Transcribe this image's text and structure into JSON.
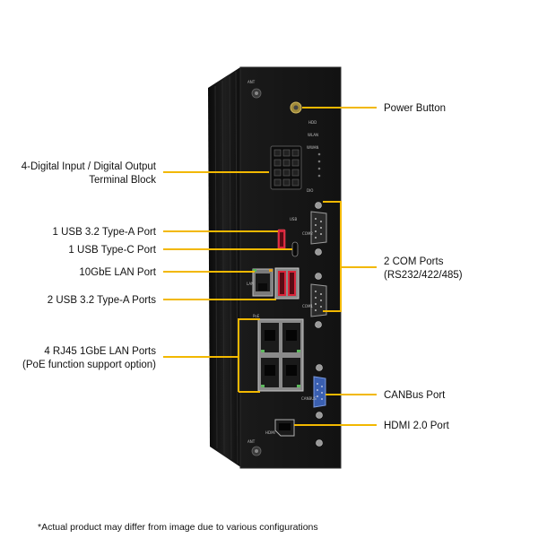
{
  "labels": {
    "power_button": "Power Button",
    "digital_io_line1": "4-Digital Input / Digital Output",
    "digital_io_line2": "Terminal Block",
    "usb32_a": "1 USB 3.2 Type-A Port",
    "usb_c": "1 USB Type-C Port",
    "lan_10g": "10GbE LAN Port",
    "usb32_a_2": "2 USB 3.2 Type-A Ports",
    "rj45_line1": "4 RJ45 1GbE LAN Ports",
    "rj45_line2": "(PoE function support option)",
    "com_line1": "2 COM Ports",
    "com_line2": "(RS232/422/485)",
    "canbus": "CANBus Port",
    "hdmi": "HDMI 2.0 Port"
  },
  "device_marks": {
    "ant_top": "ANT",
    "hdd": "HDD",
    "wlan": "WLAN",
    "wwan": "WWAN",
    "dio": "DIO",
    "usb": "USB",
    "com2": "COM2",
    "com1": "COM1",
    "lan": "LAN",
    "poe": "PoE",
    "canbus": "CANBUS",
    "hdmi": "HDMI",
    "ant_bottom": "ANT"
  },
  "footnote": "*Actual product may differ from image due to various configurations",
  "colors": {
    "callout": "#f2b800",
    "chassis": "#141414",
    "usb_red": "#d9243a",
    "canbus_blue": "#3a5fb0"
  }
}
